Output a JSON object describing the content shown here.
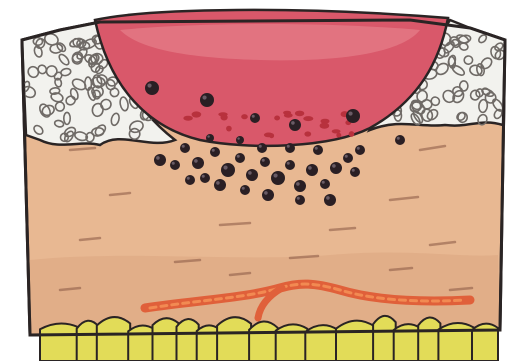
{
  "figure": {
    "subject": "skin-cross-section-with-ulcer",
    "text_labels": []
  },
  "colors": {
    "background": "#ffffff",
    "outline": "#2a2424",
    "dermis": "#e8b892",
    "dermis_shadow": "#d9a27c",
    "epidermis_fill": "#f2f2ee",
    "epidermis_cells": "#6f6a66",
    "ulcer": "#d9586a",
    "ulcer_highlight": "#e98a92",
    "inflammatory_cells": "#2a1f24",
    "red_cells": "#b8313d",
    "blood_vessel": "#e0603a",
    "blood_vessel_core": "#f28a52",
    "subcutaneous_fat": "#e2dc58",
    "tissue_streaks": "#8f5e4a"
  },
  "structures": [
    {
      "key": "epidermis",
      "label": ""
    },
    {
      "key": "ulcer-crater",
      "label": ""
    },
    {
      "key": "inflammatory-infiltrate",
      "label": ""
    },
    {
      "key": "dermis",
      "label": ""
    },
    {
      "key": "blood-vessel",
      "label": ""
    },
    {
      "key": "subcutaneous-fat",
      "label": ""
    }
  ]
}
